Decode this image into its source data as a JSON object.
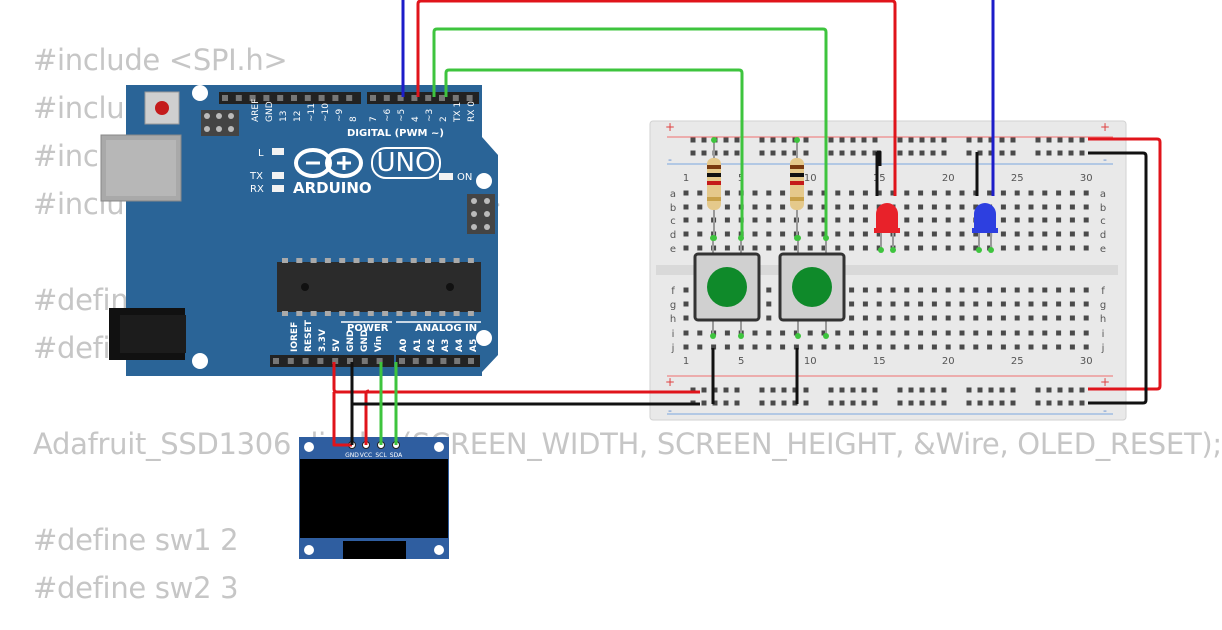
{
  "code_lines": [
    "#include <SPI.h>",
    "#include <Wire.h>",
    "#include <Adafruit_GFX.h>",
    "#include <Adafruit_SSD1306.h>",
    "",
    "#define SCREEN_WIDTH 128",
    "#define SCREEN_HEIGHT 64",
    "",
    "Adafruit_SSD1306 display(SCREEN_WIDTH, SCREEN_HEIGHT, &Wire, OLED_RESET);",
    "",
    "#define sw1 2",
    "#define sw2 3"
  ],
  "arduino": {
    "brand": "ARDUINO",
    "model": "UNO",
    "digital_label": "DIGITAL (PWM ~)",
    "power_label": "POWER",
    "analog_label": "ANALOG IN",
    "led_l": "L",
    "led_tx": "TX",
    "led_rx": "RX",
    "on_label": "ON",
    "top_pins": [
      "AREF",
      "GND",
      "13",
      "12",
      "~11",
      "~10",
      "~9",
      "8",
      "7",
      "~6",
      "~5",
      "4",
      "~3",
      "2",
      "TX 1",
      "RX 0"
    ],
    "power_pins": [
      "IOREF",
      "RESET",
      "3.3V",
      "5V",
      "GND",
      "GND",
      "Vin"
    ],
    "analog_pins": [
      "A0",
      "A1",
      "A2",
      "A3",
      "A4",
      "A5"
    ]
  },
  "oled": {
    "pins": [
      "GND",
      "VCC",
      "SCL",
      "SDA"
    ]
  },
  "breadboard": {
    "rows_top": [
      "a",
      "b",
      "c",
      "d",
      "e"
    ],
    "rows_bottom": [
      "f",
      "g",
      "h",
      "i",
      "j"
    ],
    "col_numbers": [
      "1",
      "5",
      "10",
      "15",
      "20",
      "25",
      "30"
    ],
    "plus": "+",
    "minus": "-"
  },
  "colors": {
    "board": "#2a6497",
    "wire_red": "#e0141b",
    "wire_blue": "#1d1dc9",
    "wire_green": "#3ec43e",
    "wire_black": "#111111",
    "button_cap": "#0f8a2a",
    "led_red": "#e8222a",
    "led_blue": "#2d3fe0"
  }
}
